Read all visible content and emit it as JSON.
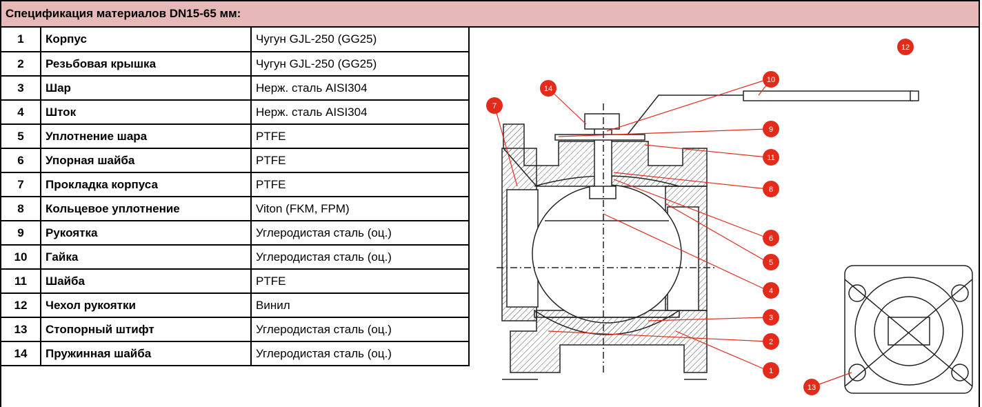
{
  "header": {
    "title": "Спецификация материалов DN15-65 мм:"
  },
  "rows": [
    {
      "num": "1",
      "name": "Корпус",
      "material": "Чугун GJL-250 (GG25)"
    },
    {
      "num": "2",
      "name": "Резьбовая крышка",
      "material": "Чугун GJL-250 (GG25)"
    },
    {
      "num": "3",
      "name": "Шар",
      "material": "Нерж. сталь AISI304"
    },
    {
      "num": "4",
      "name": "Шток",
      "material": "Нерж. сталь AISI304"
    },
    {
      "num": "5",
      "name": "Уплотнение шара",
      "material": "PTFE"
    },
    {
      "num": "6",
      "name": "Упорная шайба",
      "material": "PTFE"
    },
    {
      "num": "7",
      "name": "Прокладка корпуса",
      "material": "PTFE"
    },
    {
      "num": "8",
      "name": "Кольцевое уплотнение",
      "material": "Viton (FKM, FPM)"
    },
    {
      "num": "9",
      "name": "Рукоятка",
      "material": "Углеродистая сталь (оц.)"
    },
    {
      "num": "10",
      "name": "Гайка",
      "material": "Углеродистая сталь (оц.)"
    },
    {
      "num": "11",
      "name": "Шайба",
      "material": "PTFE"
    },
    {
      "num": "12",
      "name": "Чехол рукоятки",
      "material": "Винил"
    },
    {
      "num": "13",
      "name": "Стопорный штифт",
      "material": "Углеродистая сталь (оц.)"
    },
    {
      "num": "14",
      "name": "Пружинная шайба",
      "material": "Углеродистая сталь (оц.)"
    }
  ],
  "drawing": {
    "callouts": [
      "1",
      "2",
      "3",
      "4",
      "5",
      "6",
      "7",
      "8",
      "9",
      "10",
      "11",
      "12",
      "13",
      "14"
    ],
    "callout_color": "#e32b1b"
  }
}
